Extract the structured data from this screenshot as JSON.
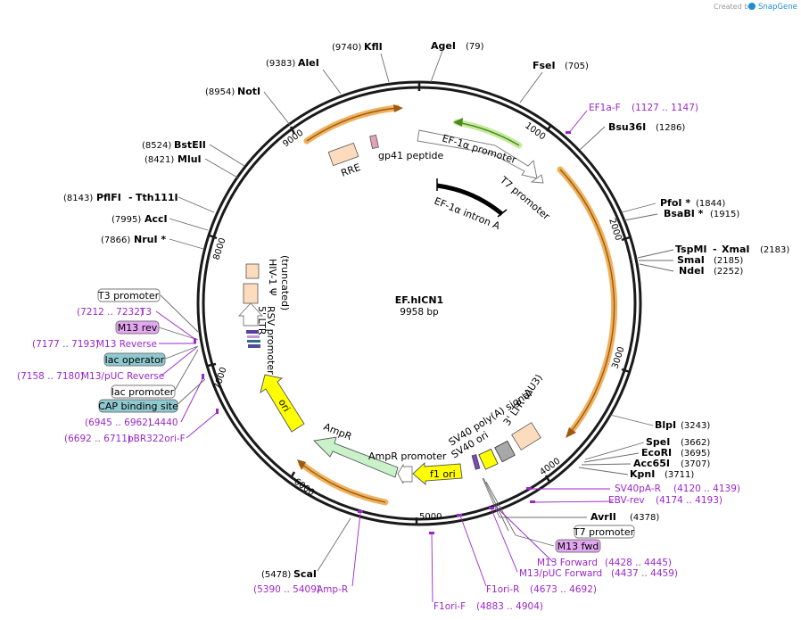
{
  "watermark": {
    "created_by": "Created by",
    "brand": "SnapGene",
    "color": "#1b8fd6"
  },
  "plasmid": {
    "name": "EF.hICN1",
    "size": "9958 bp"
  },
  "ticks": [
    {
      "label": "1000"
    },
    {
      "label": "2000"
    },
    {
      "label": "3000"
    },
    {
      "label": "4000"
    },
    {
      "label": "5000"
    },
    {
      "label": "6000"
    },
    {
      "label": "7000"
    },
    {
      "label": "8000"
    },
    {
      "label": "9000"
    }
  ],
  "enzymes": [
    {
      "name": "KflI",
      "pos": "(9740)"
    },
    {
      "name": "AgeI",
      "pos": "(79)"
    },
    {
      "name": "AleI",
      "pos": "(9383)"
    },
    {
      "name": "FseI",
      "pos": "(705)"
    },
    {
      "name": "NotI",
      "pos": "(8954)"
    },
    {
      "name": "Bsu36I",
      "pos": "(1286)"
    },
    {
      "name": "BstEII",
      "pos": "(8524)"
    },
    {
      "name": "MluI",
      "pos": "(8421)"
    },
    {
      "name": "PflFI",
      "name2": "Tth111I",
      "pos": "(8143)"
    },
    {
      "name": "AccI",
      "pos": "(7995)"
    },
    {
      "name": "NruI *",
      "pos": "(7866)"
    },
    {
      "name": "PfoI *",
      "pos": "(1844)"
    },
    {
      "name": "BsaBI *",
      "pos": "(1915)"
    },
    {
      "name": "TspMI",
      "name2": "XmaI",
      "pos": "(2183)"
    },
    {
      "name": "SmaI",
      "pos": "(2185)"
    },
    {
      "name": "NdeI",
      "pos": "(2252)"
    },
    {
      "name": "BlpI",
      "pos": "(3243)"
    },
    {
      "name": "SpeI",
      "pos": "(3662)"
    },
    {
      "name": "EcoRI",
      "pos": "(3695)"
    },
    {
      "name": "Acc65I",
      "pos": "(3707)"
    },
    {
      "name": "KpnI",
      "pos": "(3711)"
    },
    {
      "name": "AvrII",
      "pos": "(4378)"
    },
    {
      "name": "ScaI",
      "pos": "(5478)"
    }
  ],
  "primers": [
    {
      "name": "EF1a-F",
      "range": "(1127 .. 1147)"
    },
    {
      "name": "SV40pA-R",
      "range": "(4120 .. 4139)"
    },
    {
      "name": "EBV-rev",
      "range": "(4174 .. 4193)"
    },
    {
      "name": "M13 Forward",
      "range": "(4428 .. 4445)"
    },
    {
      "name": "M13/pUC Forward",
      "range": "(4437 .. 4459)"
    },
    {
      "name": "F1ori-R",
      "range": "(4673 .. 4692)"
    },
    {
      "name": "F1ori-F",
      "range": "(4883 .. 4904)"
    },
    {
      "name": "Amp-R",
      "range": "(5390 .. 5409)"
    },
    {
      "name": "T3",
      "range": "(7212 .. 7232)"
    },
    {
      "name": "M13 Reverse",
      "range": "(7177 .. 7193)"
    },
    {
      "name": "M13/pUC Reverse",
      "range": "(7158 .. 7180)"
    },
    {
      "name": "L4440",
      "range": "(6945 .. 6962)"
    },
    {
      "name": "pBR322ori-F",
      "range": "(6692 .. 6711)"
    }
  ],
  "boxed_labels": [
    {
      "name": "T7 promoter",
      "style": "white"
    },
    {
      "name": "M13 fwd",
      "style": "purple"
    },
    {
      "name": "T3 promoter",
      "style": "white"
    },
    {
      "name": "M13 rev",
      "style": "purple"
    },
    {
      "name": "lac operator",
      "style": "teal"
    },
    {
      "name": "lac promoter",
      "style": "white"
    },
    {
      "name": "CAP binding site",
      "style": "teal"
    }
  ],
  "features": [
    {
      "name": "EF-1α promoter"
    },
    {
      "name": "T7 promoter"
    },
    {
      "name": "EF-1α intron A"
    },
    {
      "name": "gp41 peptide"
    },
    {
      "name": "RRE"
    },
    {
      "name": "HIV-1 Ψ"
    },
    {
      "name": "(truncated)"
    },
    {
      "name": "RSV promoter"
    },
    {
      "name": "5' LTR"
    },
    {
      "name": "ori"
    },
    {
      "name": "AmpR"
    },
    {
      "name": "AmpR promoter"
    },
    {
      "name": "f1 ori"
    },
    {
      "name": "SV40 poly(A) signal"
    },
    {
      "name": "SV40 ori"
    },
    {
      "name": "3' LTR (ΔU3)"
    }
  ],
  "colors": {
    "backbone": "#1a1a1a",
    "orf_orange": "#f0b15d",
    "orf_dark": "#9b5a13",
    "green": "#7cc63b",
    "yellow": "#ffff00",
    "ampr_green": "#c9f2c9",
    "peach": "#fddcbd",
    "primer_purple": "#9b27c9",
    "teal_box": "#8ec9cf",
    "purple_box": "#e3a6f0"
  }
}
